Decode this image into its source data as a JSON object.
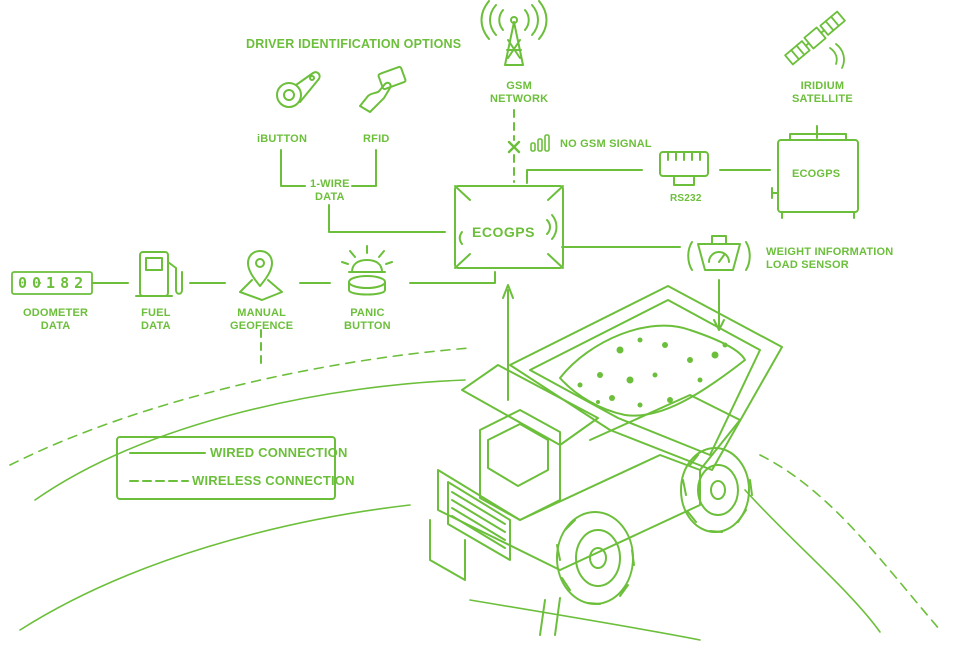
{
  "colors": {
    "accent": "#6cbf3b",
    "background": "#ffffff"
  },
  "driver_id": {
    "title": "DRIVER IDENTIFICATION OPTIONS",
    "ibutton": "iBUTTON",
    "rfid": "RFID",
    "one_wire": [
      "1-WIRE",
      "DATA"
    ]
  },
  "gsm": {
    "label": [
      "GSM",
      "NETWORK"
    ],
    "no_signal": "NO GSM SIGNAL"
  },
  "iridium": {
    "label": [
      "IRIDIUM",
      "SATELLITE"
    ]
  },
  "rs232": "RS232",
  "tracker_logo": "ECOGPS",
  "sensors": {
    "odometer": {
      "display": "00182",
      "label": [
        "ODOMETER",
        "DATA"
      ]
    },
    "fuel": {
      "label": [
        "FUEL",
        "DATA"
      ]
    },
    "geofence": {
      "label": [
        "MANUAL",
        "GEOFENCE"
      ]
    },
    "panic": {
      "label": [
        "PANIC",
        "BUTTON"
      ]
    }
  },
  "weight": {
    "label": [
      "WEIGHT INFORMATION",
      "LOAD SENSOR"
    ]
  },
  "legend": {
    "wired": "WIRED CONNECTION",
    "wireless": "WIRELESS CONNECTION"
  }
}
